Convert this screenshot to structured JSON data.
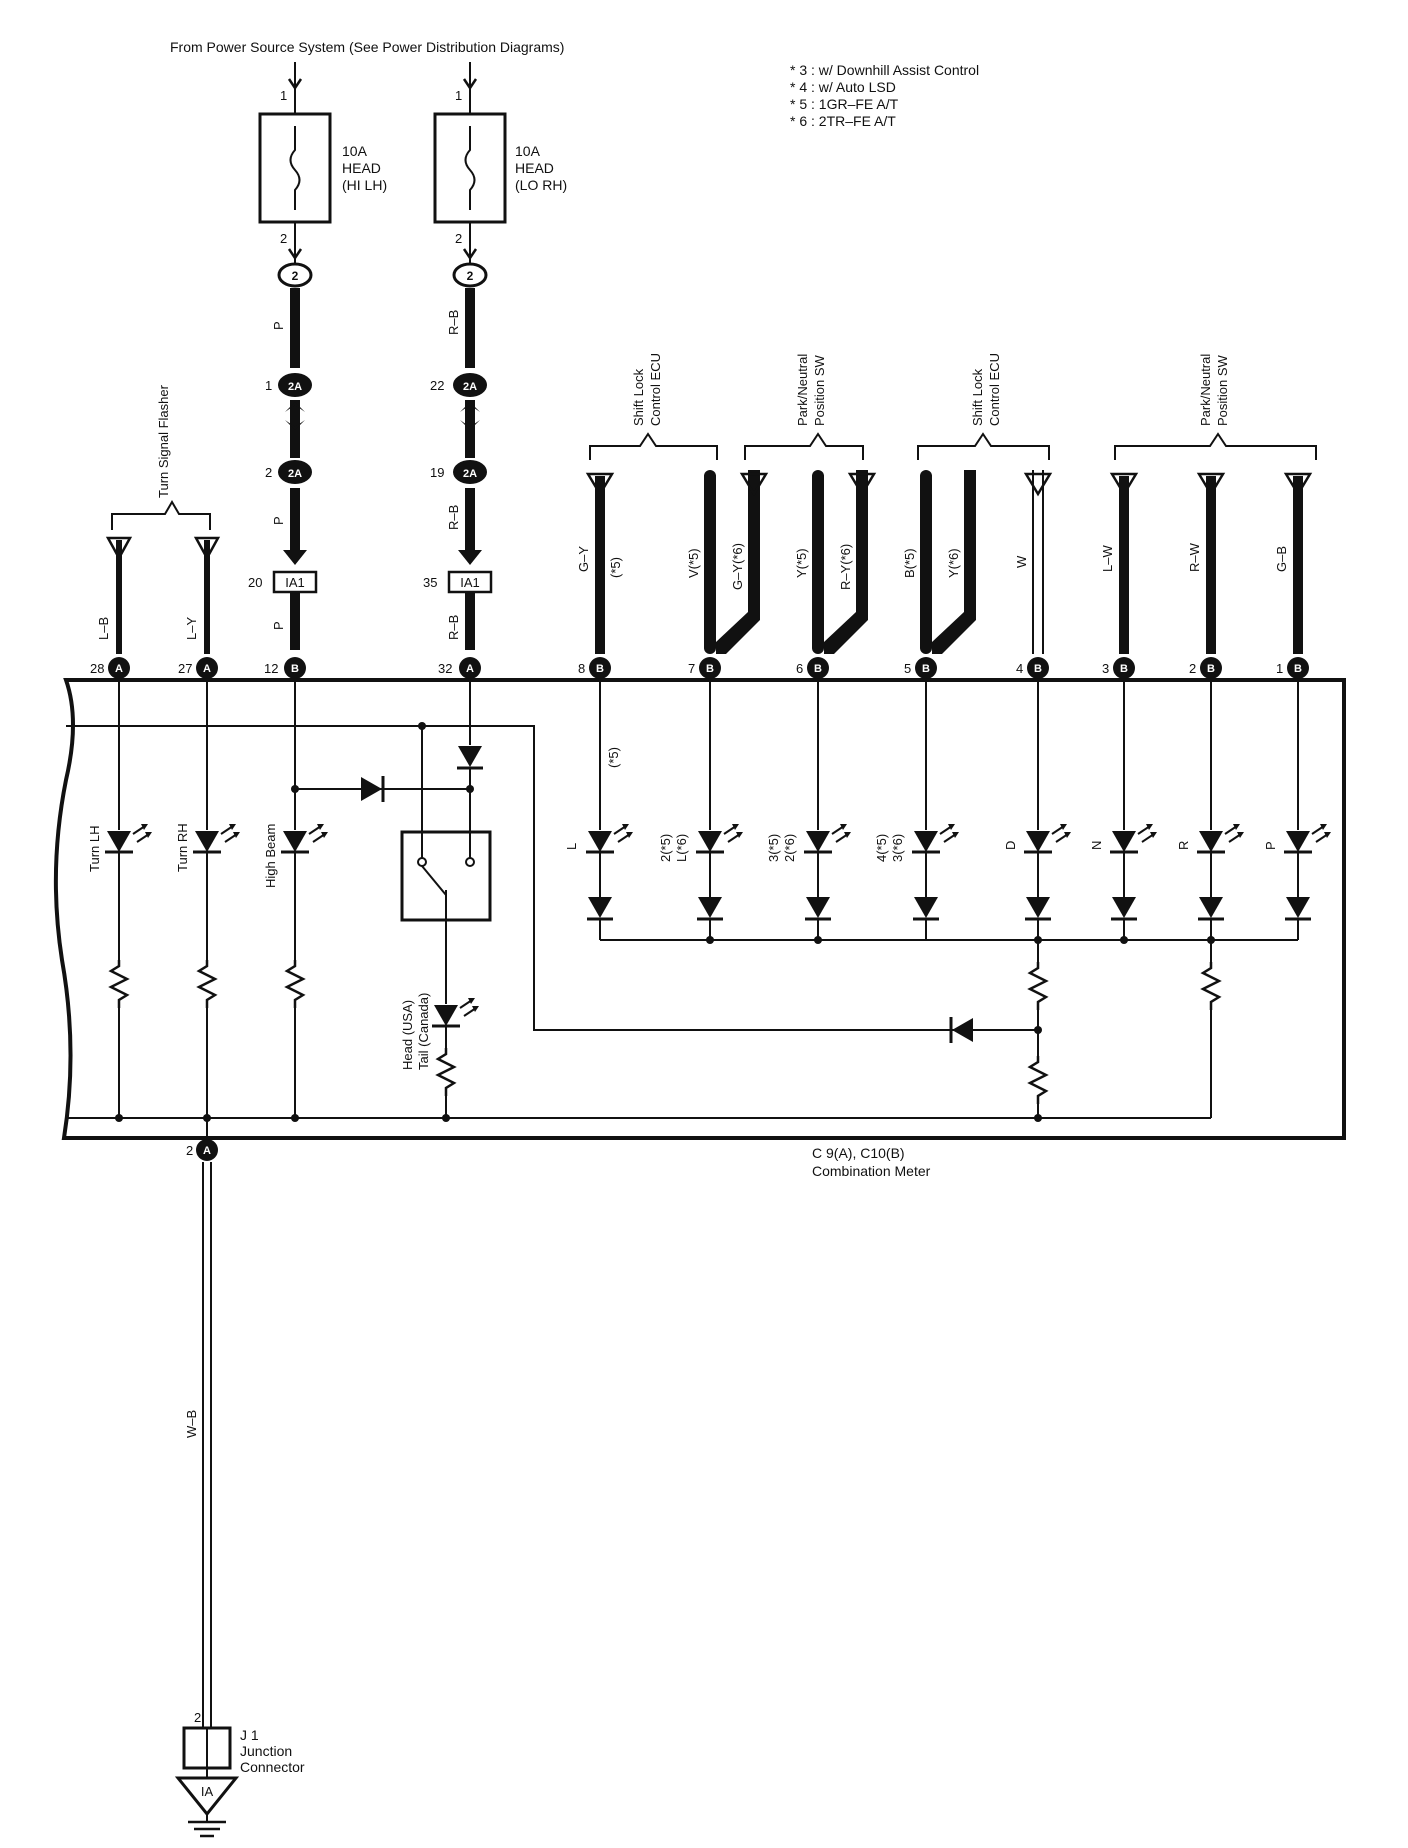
{
  "header": {
    "power_source": "From Power Source System (See Power Distribution Diagrams)"
  },
  "notes": [
    "* 3 : w/ Downhill Assist Control",
    "* 4 : w/ Auto LSD",
    "* 5 : 1GR–FE A/T",
    "* 6 : 2TR–FE A/T"
  ],
  "fuses": {
    "hi_lh": {
      "line1": "10A",
      "line2": "HEAD",
      "line3": "(HI LH)",
      "pin_in": "1",
      "pin_out": "2"
    },
    "lo_rh": {
      "line1": "10A",
      "line2": "HEAD",
      "line3": "(LO RH)",
      "pin_in": "1",
      "pin_out": "2"
    }
  },
  "connectors": {
    "hi_2": "2",
    "lo_2": "2",
    "c2a": "2A",
    "ia1": "IA1",
    "hi_2a_top_pin": "1",
    "hi_2a_bot_pin": "2",
    "lo_2a_top_pin": "22",
    "lo_2a_bot_pin": "19",
    "hi_ia1_pin": "20",
    "lo_ia1_pin": "35"
  },
  "wires": {
    "hi_p1": "P",
    "hi_p2": "P",
    "hi_p3": "P",
    "lo_rb1": "R–B",
    "lo_rb2": "R–B",
    "lo_rb3": "R–B",
    "lb": "L–B",
    "ly": "L–Y",
    "gy": "G–Y",
    "gy_note": "(*5)",
    "v5": "V(*5)",
    "gy6": "G–Y(*6)",
    "y5": "Y(*5)",
    "ry6": "R–Y(*6)",
    "b5": "B(*5)",
    "y6": "Y(*6)",
    "w": "W",
    "lw": "L–W",
    "rw": "R–W",
    "gb": "G–B",
    "wb": "W–B"
  },
  "groups": {
    "turn_signal_flasher": "Turn Signal Flasher",
    "shift_lock_1": [
      "Shift Lock",
      "Control ECU"
    ],
    "park_neutral_1": [
      "Park/Neutral",
      "Position SW"
    ],
    "shift_lock_2": [
      "Shift Lock",
      "Control ECU"
    ],
    "park_neutral_2": [
      "Park/Neutral",
      "Position SW"
    ]
  },
  "meter_pins": [
    {
      "num": "28",
      "conn": "A"
    },
    {
      "num": "27",
      "conn": "A"
    },
    {
      "num": "12",
      "conn": "B"
    },
    {
      "num": "32",
      "conn": "A"
    },
    {
      "num": "8",
      "conn": "B"
    },
    {
      "num": "7",
      "conn": "B"
    },
    {
      "num": "6",
      "conn": "B"
    },
    {
      "num": "5",
      "conn": "B"
    },
    {
      "num": "4",
      "conn": "B"
    },
    {
      "num": "3",
      "conn": "B"
    },
    {
      "num": "2",
      "conn": "B"
    },
    {
      "num": "1",
      "conn": "B"
    }
  ],
  "ground_pin": {
    "num": "2",
    "conn": "A"
  },
  "lamps": {
    "turn_lh": "Turn LH",
    "turn_rh": "Turn RH",
    "high_beam": "High Beam",
    "head_tail": [
      "Head (USA)",
      "Tail (Canada)"
    ],
    "l": "L",
    "l_note": "(*5)",
    "s2": [
      "2(*5)",
      "L(*6)"
    ],
    "s3": [
      "3(*5)",
      "2(*6)"
    ],
    "s4": [
      "4(*5)",
      "3(*6)"
    ],
    "d": "D",
    "n": "N",
    "r": "R",
    "p": "P"
  },
  "meter": {
    "line1": "C 9(A), C10(B)",
    "line2": "Combination Meter"
  },
  "junction": {
    "pin": "2",
    "line1": "J 1",
    "line2": "Junction",
    "line3": "Connector",
    "ground": "IA"
  }
}
